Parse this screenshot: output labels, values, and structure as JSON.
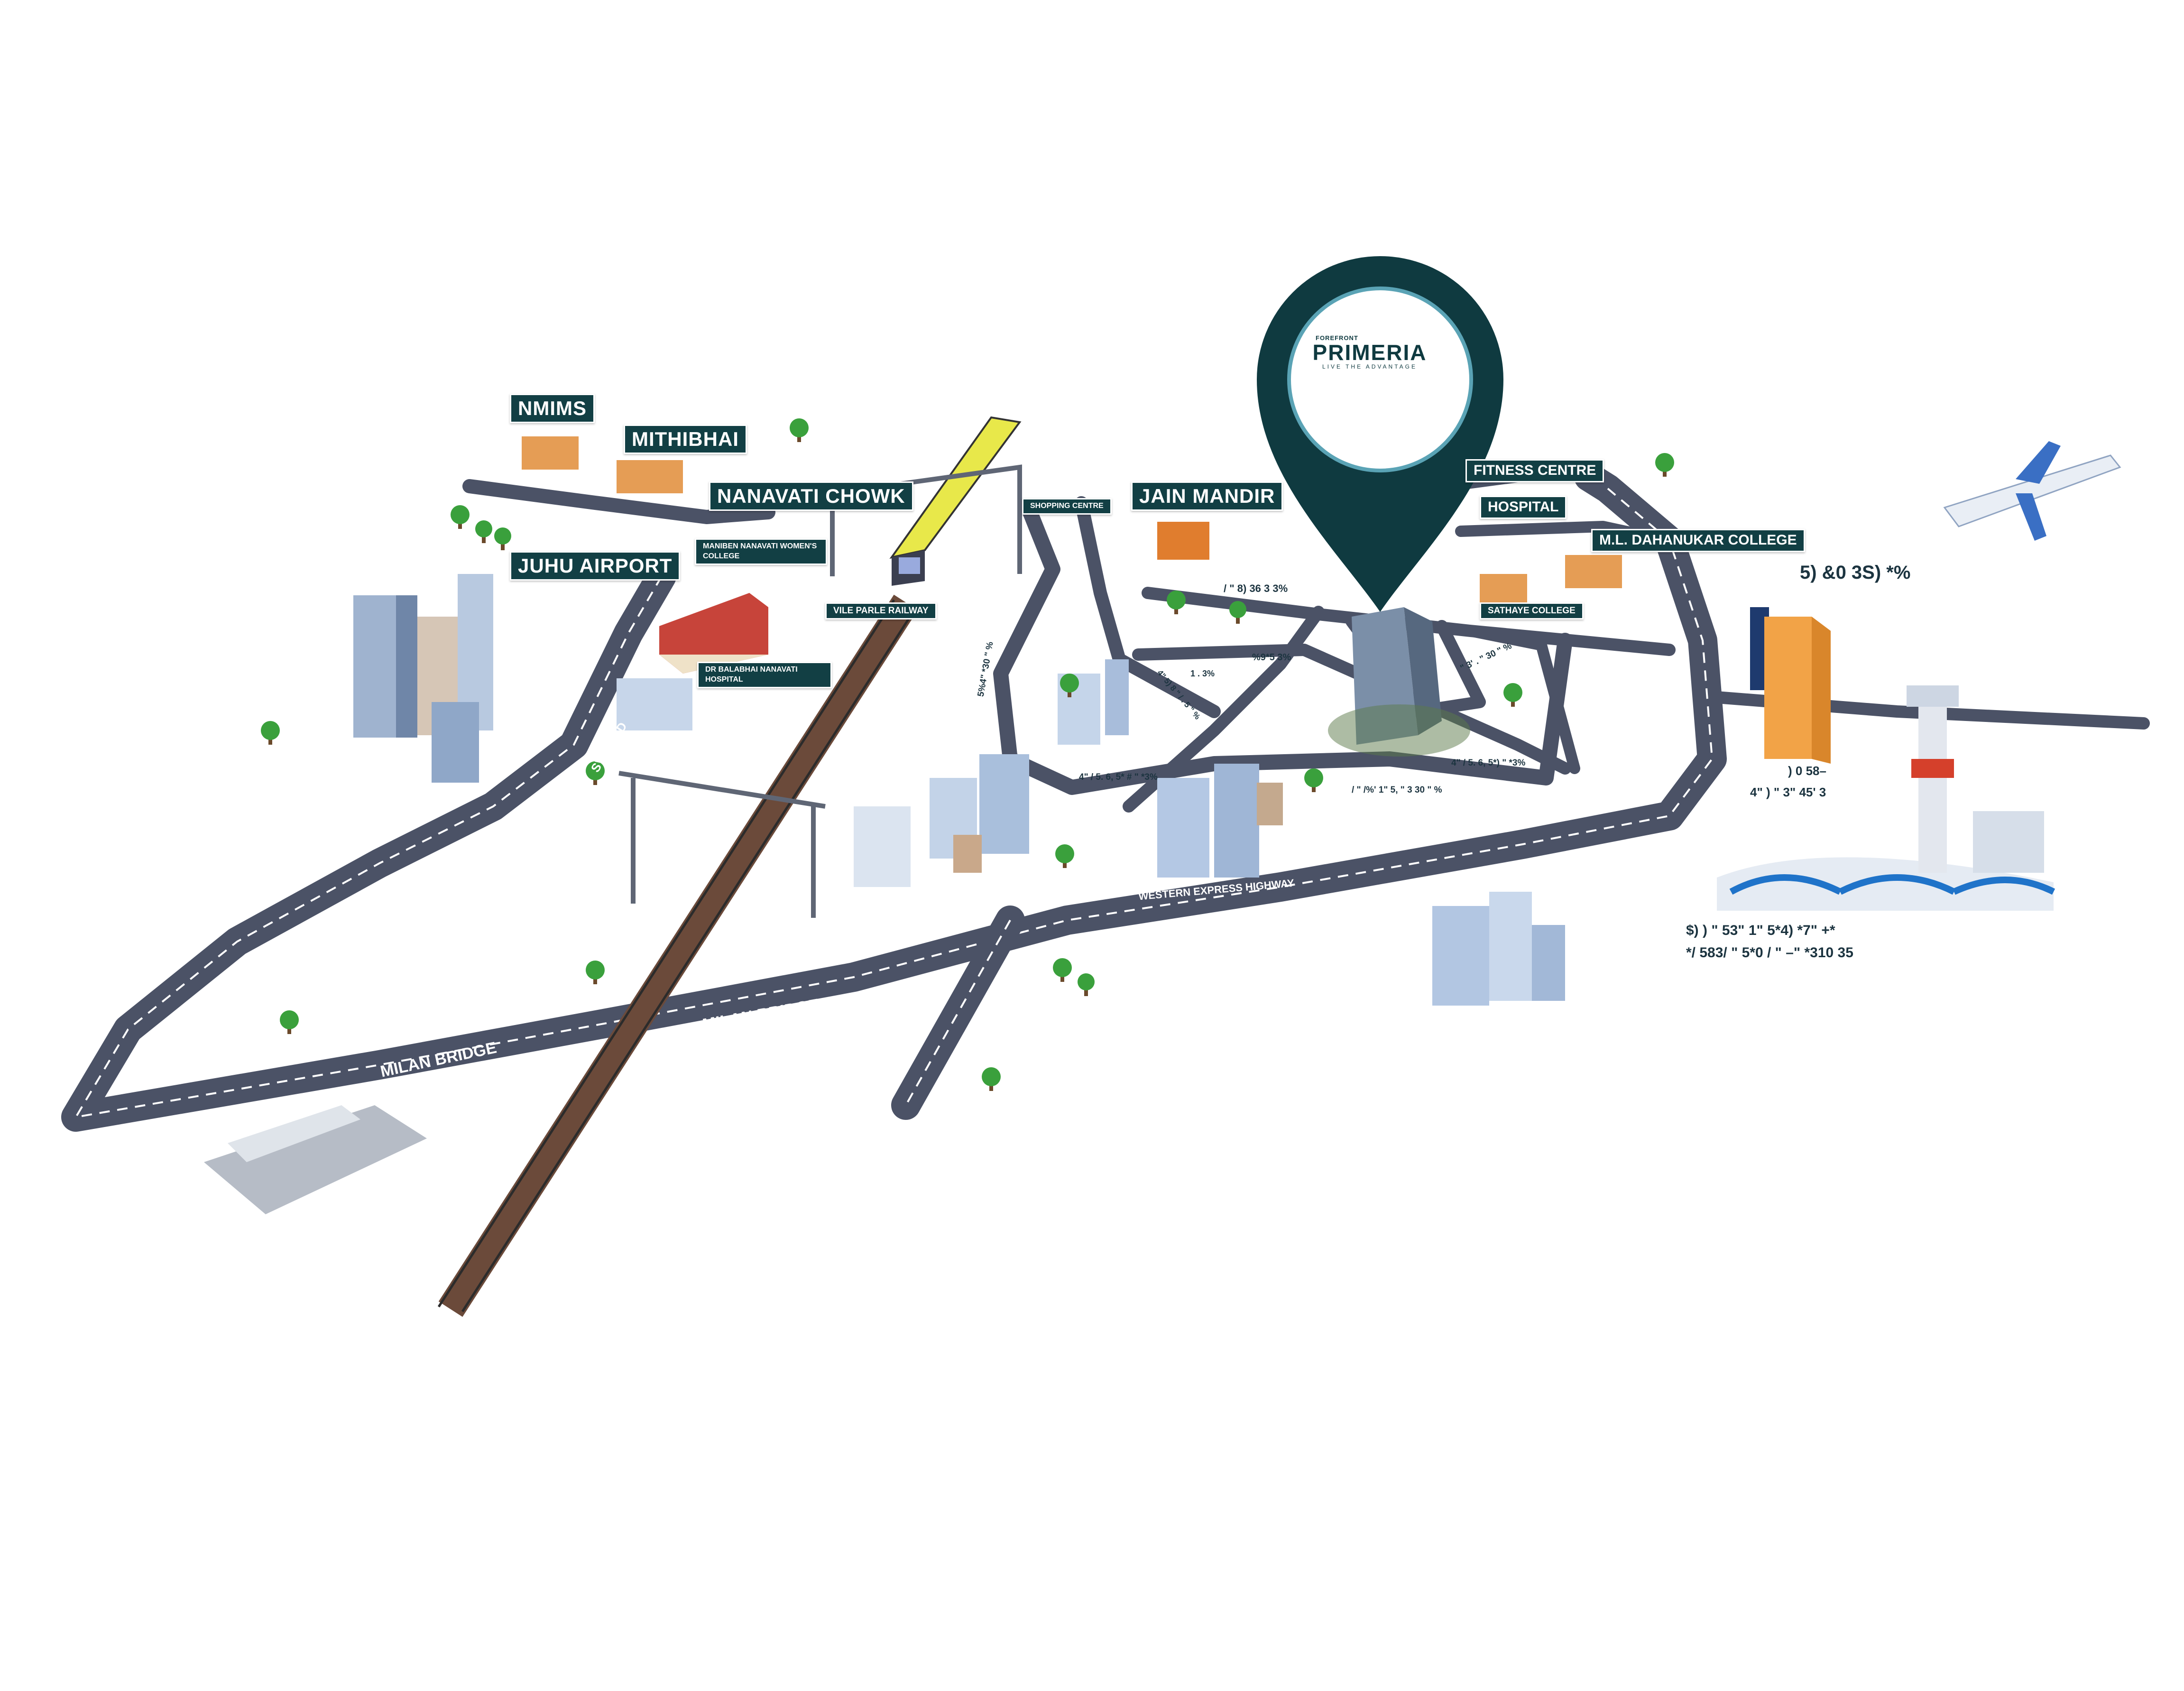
{
  "project": {
    "brand_top": "FOREFRONT",
    "brand_name": "PRIMERIA",
    "brand_tagline": "LIVE THE ADVANTAGE"
  },
  "landmarks": {
    "nmims": "NMIMS",
    "mithibhai": "MITHIBHAI",
    "nanavati_chowk": "NANAVATI CHOWK",
    "juhu_airport": "JUHU AIRPORT",
    "maniben_college": "MANIBEN NANAVATI WOMEN'S COLLEGE",
    "vile_parle_railway": "VILE PARLE RAILWAY",
    "nanavati_hospital": "DR BALABHAI NANAVATI HOSPITAL",
    "shopping_centre": "SHOPPING CENTRE",
    "jain_mandir": "JAIN MANDIR",
    "fitness_centre": "FITNESS CENTRE",
    "hospital": "HOSPITAL",
    "dahanukar_college": "M.L. DAHANUKAR COLLEGE",
    "sathaye_college": "SATHAYE COLLEGE"
  },
  "roads": {
    "sv_road": "SV ROAD",
    "western_express_highway": "WESTERN EXPRESS HIGHWAY",
    "milan_bridge_1": "MILAN BRIDGE",
    "milan_bridge_2": "MILAN BRIDGE"
  },
  "unreadable_labels": {
    "right_top": "5) &0 3S) *%",
    "right_hotel_1": ") 0 58–",
    "right_hotel_2": "4\" ) \" 3\" 45' 3",
    "airport_1": "$) ) \" 53\" 1\" 5*4) *7\" +*",
    "airport_2": "*/ 583/ \" 5*0 / \" –\" *310 35",
    "road_a": "/ \" 8) 36 3 3%",
    "road_b": "%9*5 3%",
    "road_c": "4\" / 5. 6, 5* # \" *3%",
    "road_d": "/ \" /%' 1\" 5, \" 3 30 \" %",
    "road_e": "4\" / 5. 6, 5*) \" *3%",
    "road_f": "\" 3' . \" 30 \" %",
    "road_g": "1 . 3%",
    "road_h": "5%4\" *30 \" %",
    "road_i": "4\" 5) 8 \" / . 5 \" %"
  },
  "colors": {
    "road": "#4b5266",
    "label_bg": "#123f44",
    "pin": "#0f3a40",
    "tree": "#3aa03c"
  }
}
